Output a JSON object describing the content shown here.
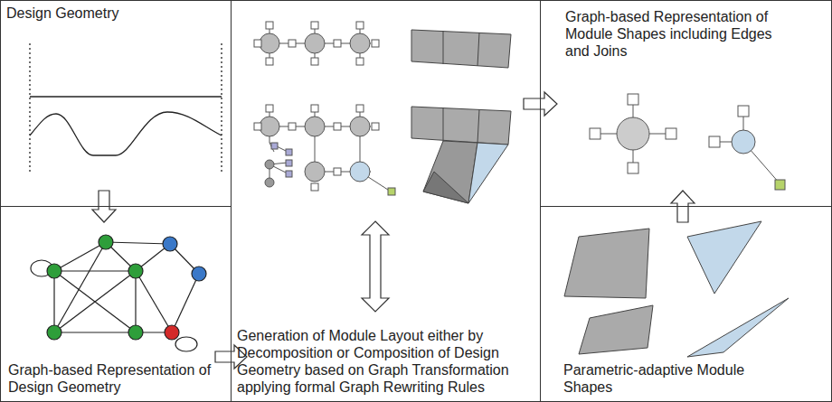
{
  "diagram": {
    "nodes": [
      {
        "text": [
          "Design Geometry"
        ]
      },
      {
        "text": [
          "Graph-based Representation of Design Geometry"
        ]
      },
      {
        "text": [
          "Generation of Module Layout either by Decomposition or Composition of Design Geometry based on Graph Transformation applying formal Graph Rewriting Rules"
        ]
      },
      {
        "text": [
          "Graph-based Representation of Module Shapes including Edges and Joins"
        ]
      },
      {
        "text": [
          "Parametric-adaptive Module Shapes"
        ]
      }
    ],
    "edges": [
      {
        "from": 0,
        "to": 1,
        "arrow": "to"
      },
      {
        "from": 1,
        "to": 2,
        "arrow": "to"
      },
      {
        "from": 4,
        "to": 3,
        "arrow": "to"
      },
      {
        "from": 3,
        "to": 2,
        "arrow": "to"
      }
    ]
  }
}
